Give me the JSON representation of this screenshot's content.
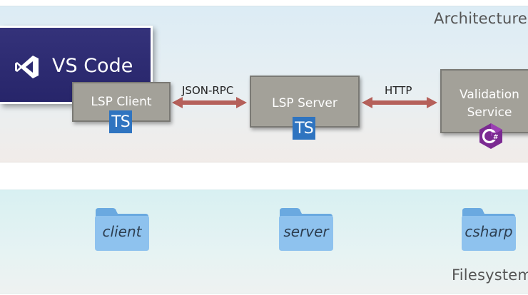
{
  "bands": {
    "architecture_title": "Architecture",
    "filesystem_title": "Filesystem"
  },
  "components": {
    "vscode": {
      "label": "VS Code"
    },
    "lsp_client": {
      "label": "LSP Client",
      "badge": "TS"
    },
    "lsp_server": {
      "label": "LSP Server",
      "badge": "TS"
    },
    "validation_service": {
      "line1": "Validation",
      "line2": "Service",
      "badge": "C#"
    }
  },
  "connections": [
    {
      "from": "LSP Client",
      "to": "LSP Server",
      "label": "JSON-RPC"
    },
    {
      "from": "LSP Server",
      "to": "Validation Service",
      "label": "HTTP"
    }
  ],
  "folders": [
    {
      "label": "client"
    },
    {
      "label": "server"
    },
    {
      "label": "csharp"
    }
  ],
  "colors": {
    "vscode_bg": "#2c2a72",
    "component_bg": "#a3a199",
    "arrow": "#b5605a",
    "typescript": "#2f74c0",
    "csharp": "#7b2a92",
    "folder": "#7fb8e8"
  }
}
